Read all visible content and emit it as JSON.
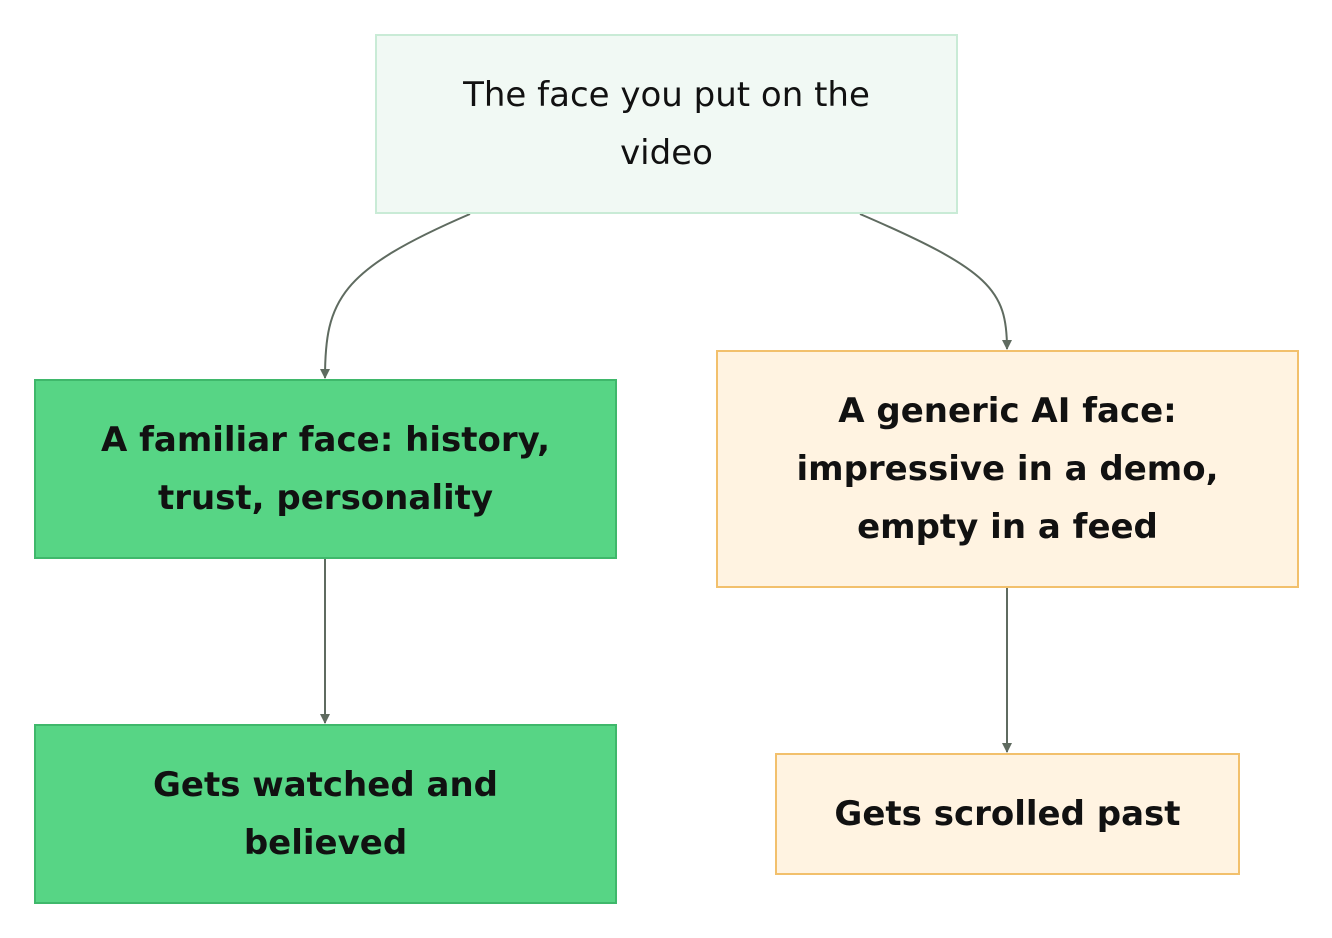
{
  "colors": {
    "root_fill": "#f1f9f4",
    "positive_fill": "#57d585",
    "negative_fill": "#fff3e1",
    "edge": "#5f6b60"
  },
  "nodes": {
    "root": {
      "label": "The face you put on the video"
    },
    "familiar": {
      "label": "A familiar face: history, trust, personality"
    },
    "watched": {
      "label": "Gets watched and believed"
    },
    "generic": {
      "label": "A generic AI face: impressive in a demo, empty in a feed"
    },
    "scrolled": {
      "label": "Gets scrolled past"
    }
  },
  "edges": [
    {
      "from": "root",
      "to": "familiar"
    },
    {
      "from": "root",
      "to": "generic"
    },
    {
      "from": "familiar",
      "to": "watched"
    },
    {
      "from": "generic",
      "to": "scrolled"
    }
  ]
}
